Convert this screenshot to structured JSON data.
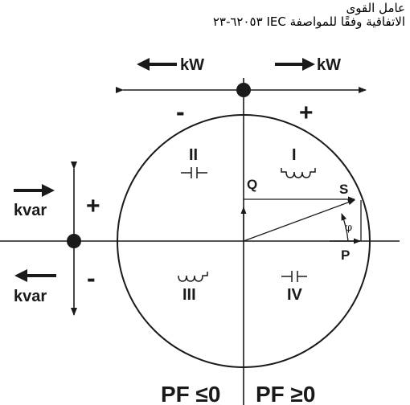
{
  "title": {
    "line1": "عامل القوى",
    "line2": "الاتفاقية وفقًا للمواصفة IEC ٦٢٠٥٣-٢٣"
  },
  "axis_labels": {
    "kw_left": "kW",
    "kw_right": "kW",
    "kvar_top": "kvar",
    "kvar_bottom": "kvar",
    "sign_top_left": "-",
    "sign_top_right": "+",
    "sign_left_top": "+",
    "sign_left_bottom": "-"
  },
  "quadrants": {
    "q1": {
      "numeral": "I",
      "element": "inductor"
    },
    "q2": {
      "numeral": "II",
      "element": "capacitor"
    },
    "q3": {
      "numeral": "III",
      "element": "inductor"
    },
    "q4": {
      "numeral": "IV",
      "element": "capacitor"
    }
  },
  "vectors": {
    "q": "Q",
    "s": "S",
    "p": "P",
    "phi": "φ"
  },
  "pf": {
    "left": "PF ≤0",
    "right": "PF ≥0"
  },
  "colors": {
    "ink": "#1a1a1a"
  }
}
